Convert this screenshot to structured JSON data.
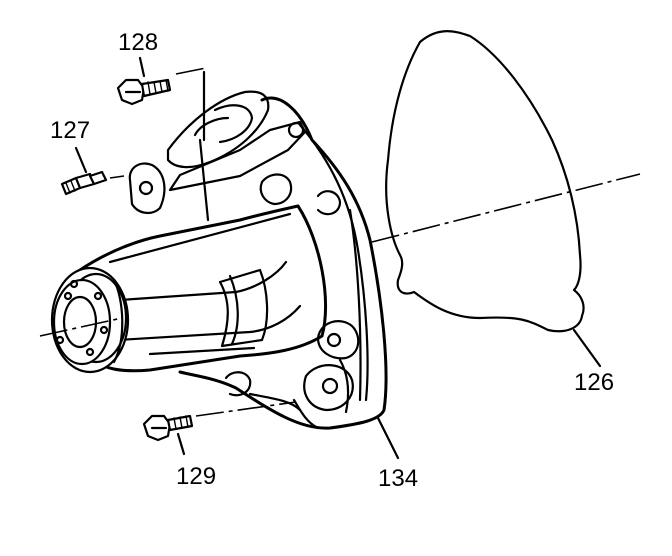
{
  "diagram": {
    "labels": {
      "l126": "126",
      "l127": "127",
      "l128": "128",
      "l129": "129",
      "l134": "134"
    },
    "colors": {
      "ink": "#000000",
      "paper": "#ffffff"
    }
  }
}
